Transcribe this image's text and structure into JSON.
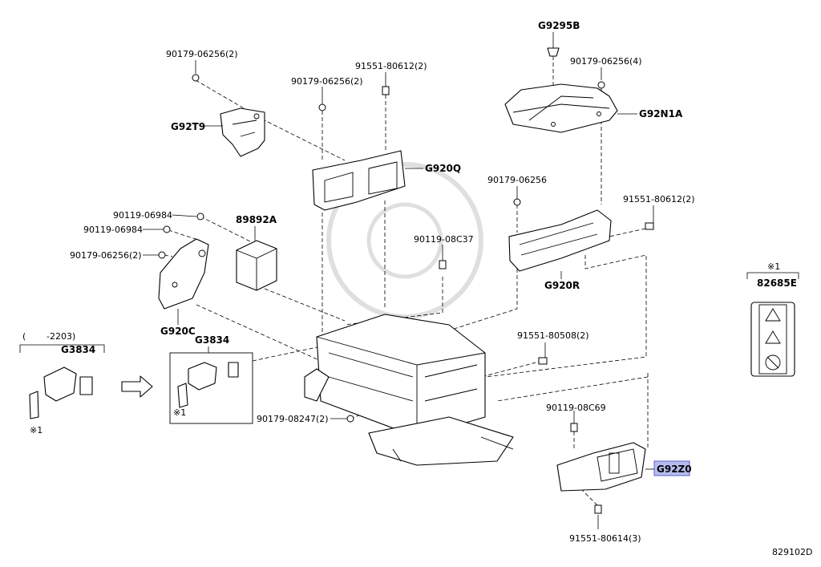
{
  "callouts": {
    "g9295b": "G9295B",
    "n9017906256_4": "90179-06256(4)",
    "g92n1a": "G92N1A",
    "n9017906256_2a": "90179-06256(2)",
    "n9155180612_2a": "91551-80612(2)",
    "n9017906256_2b": "90179-06256(2)",
    "g92t9": "G92T9",
    "g920q": "G920Q",
    "n9017906256": "90179-06256",
    "n9155180612_2b": "91551-80612(2)",
    "n9011906984_a": "90119-06984",
    "n9011906984_b": "90119-06984",
    "p89892a": "89892A",
    "n9017906256_2c": "90179-06256(2)",
    "n901190c37": "90119-08C37",
    "g920r": "G920R",
    "g920c": "G920C",
    "n9155180508_2": "91551-80508(2)",
    "g3834_box": "G3834",
    "g3834_left": "G3834",
    "range_prefix": "(",
    "range_value": "-2203)",
    "note_mark_a": "※1",
    "note_mark_b": "※1",
    "n9017908247_2": "90179-08247(2)",
    "n9011908c69": "90119-08C69",
    "g92z0": "G92Z0",
    "n9155180614_3": "91551-80614(3)",
    "label_note": "※1",
    "p82685e": "82685E",
    "diagram_id": "829102D"
  },
  "colors": {
    "highlight_fill": "#b7bcf0",
    "highlight_stroke": "#5860c6"
  }
}
